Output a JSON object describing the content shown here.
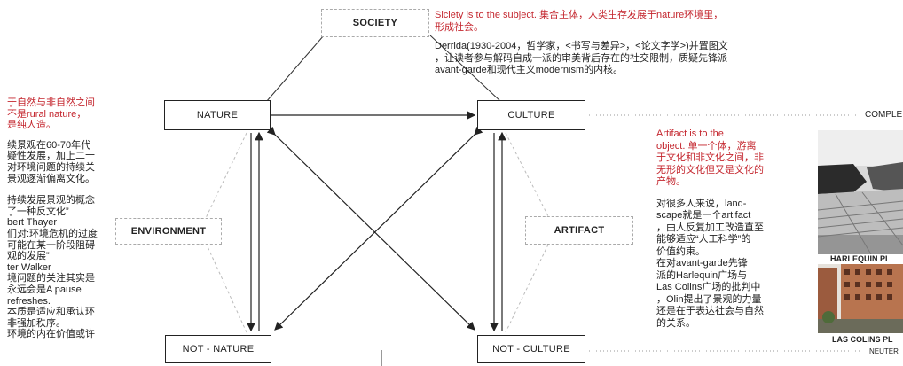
{
  "boxes": {
    "society": "SOCIETY",
    "nature": "NATURE",
    "culture": "CULTURE",
    "environment": "ENVIRONMENT",
    "artifact": "ARTIFACT",
    "not_nature": "NOT - NATURE",
    "not_culture": "NOT - CULTURE"
  },
  "right_labels": {
    "complex": "COMPLE",
    "neuter": "NEUTER"
  },
  "society_note": {
    "red": [
      "Siciety is to the subject. 集合主体，人类生存发展于nature环境里，",
      "形成社会。"
    ],
    "black": [
      "Derrida(1930-2004，哲学家，<书写与差异>，<论文字学>)并置图文",
      "，让读者参与解码自成一派的审美背后存在的社交限制，质疑先锋派",
      "avant-garde和现代主义modernism的内核。"
    ]
  },
  "artifact_note": {
    "red": [
      "Artifact is to the",
      "object. 单一个体，游离",
      "于文化和非文化之间，非",
      "无形的文化但又是文化的",
      "产物。"
    ],
    "black": [
      "对很多人来说，land-",
      "scape就是一个artifact",
      "，由人反复加工改造直至",
      "能够适应“人工科学”的",
      "价值约束。",
      "在对avant-garde先锋",
      "派的Harlequin广场与",
      "Las Colins广场的批判中",
      "，Olin提出了景观的力量",
      "还是在于表达社会与自然",
      "的关系。"
    ]
  },
  "left_note": {
    "red": [
      "于自然与非自然之间",
      "不是rural nature，",
      "是纯人造。"
    ],
    "black": [
      "续景观在60-70年代",
      "疑性发展，加上二十",
      "对环境问题的持续关",
      "景观逐渐偏离文化。",
      "",
      "持续发展景观的概念",
      "了一种反文化”",
      "bert Thayer",
      "们对:环境危机的过度",
      "可能在某一阶段阻碍",
      "观的发展”",
      "ter Walker",
      "境问题的关注其实是",
      "永远会是A pause",
      "refreshes.",
      "本质是适应和承认环",
      "非强加秩序。",
      "环境的内在价值或许"
    ]
  },
  "photo_captions": {
    "harlequin": "HARLEQUIN PL",
    "las_colins": "LAS COLINS PL"
  }
}
